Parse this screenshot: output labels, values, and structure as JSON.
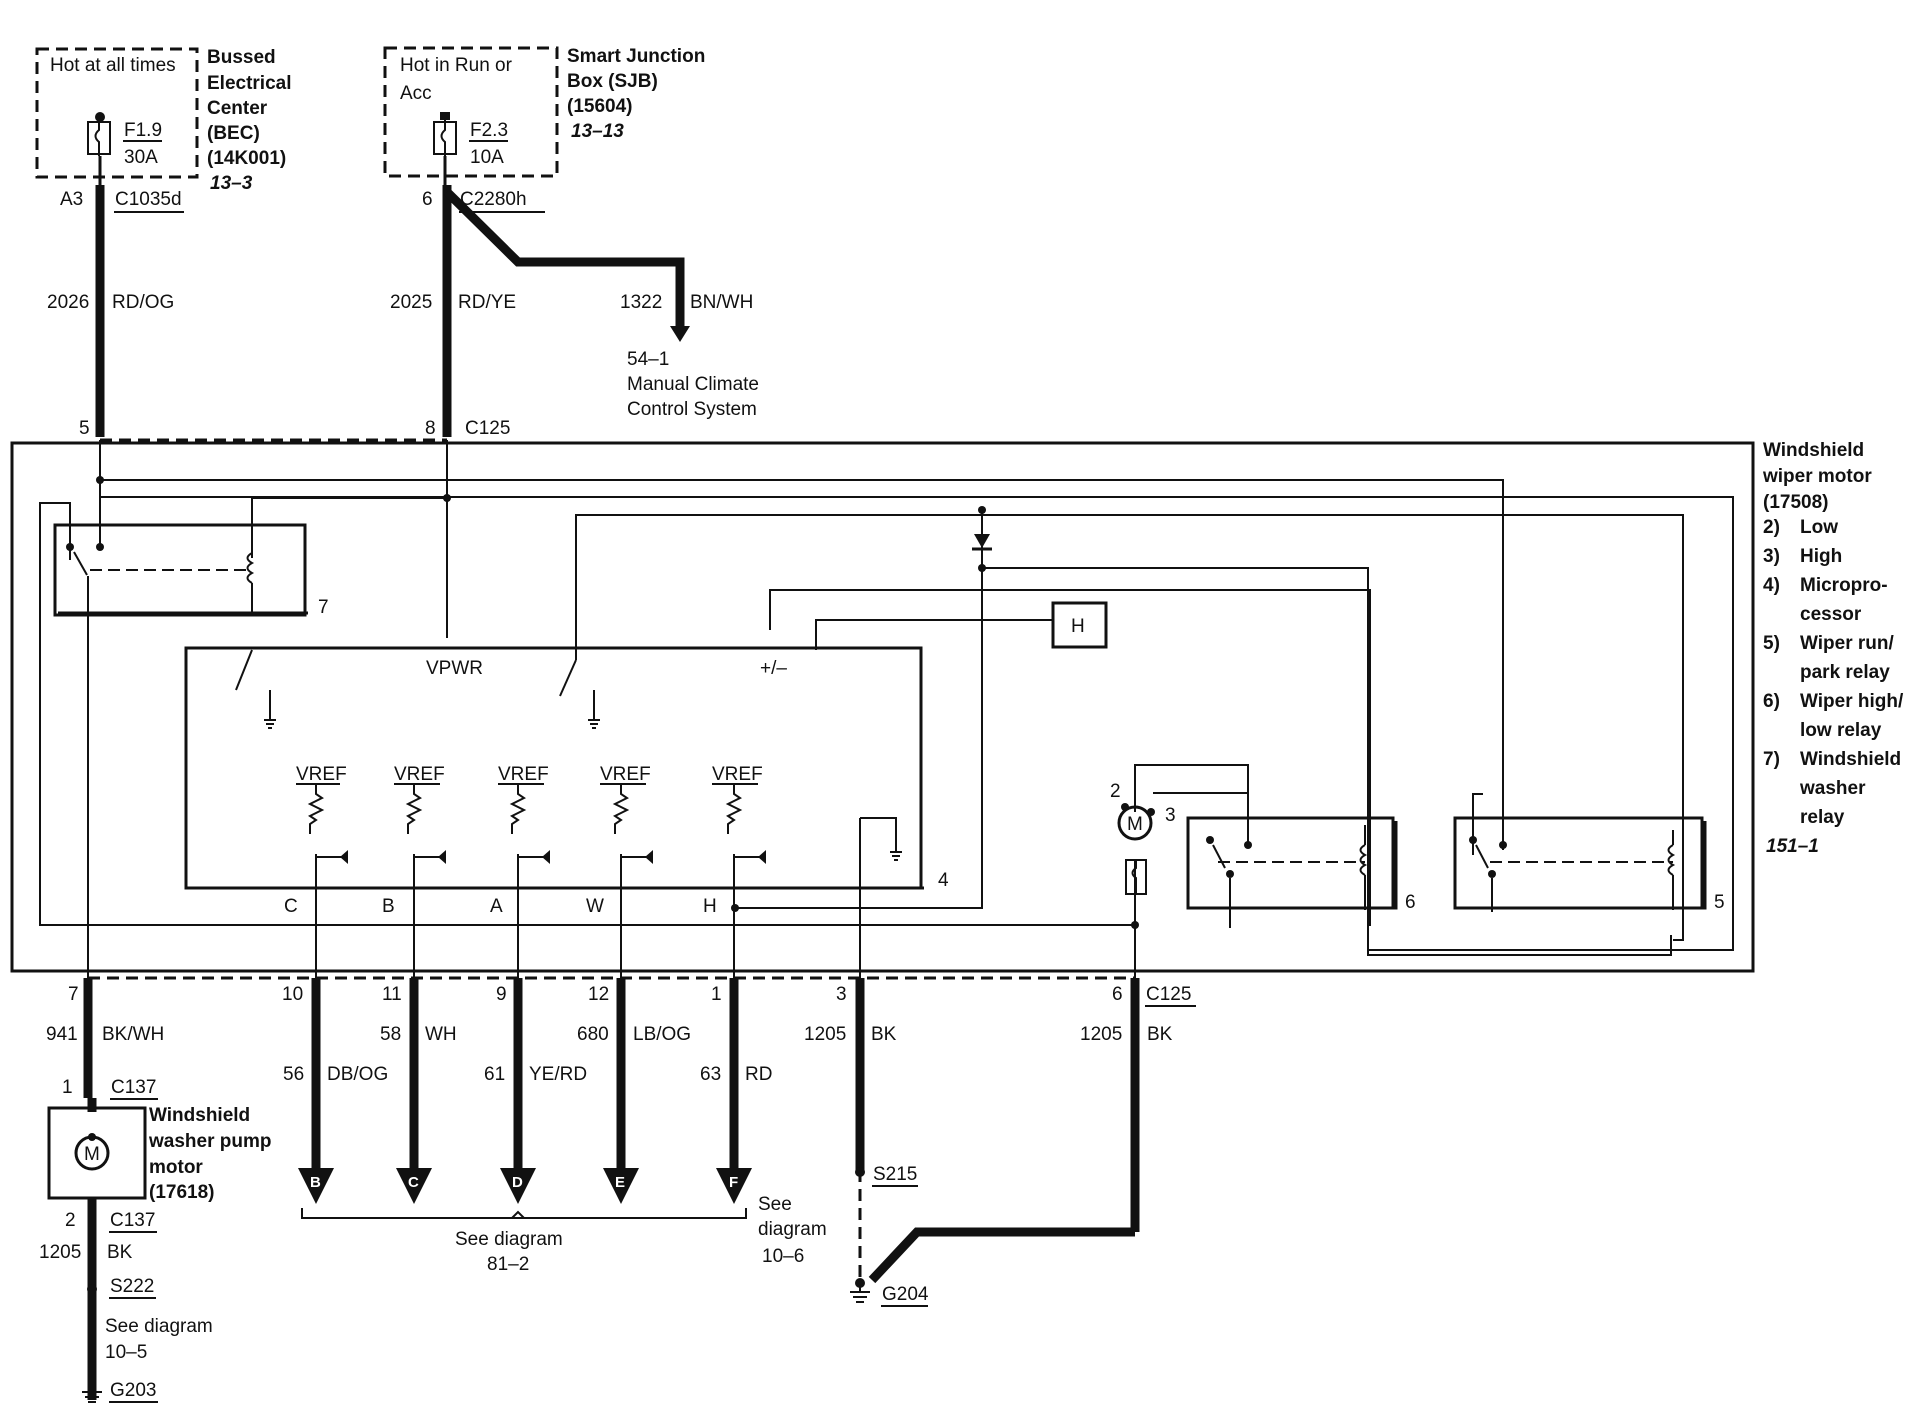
{
  "bec": {
    "hot_label": "Hot at all times",
    "name_lines": [
      "Bussed",
      "Electrical",
      "Center",
      "(BEC)",
      "(14K001)"
    ],
    "ref": "13–3",
    "fuse": "F1.9",
    "amp": "30A",
    "pin": "A3",
    "connector": "C1035d"
  },
  "sjb": {
    "hot_lines": [
      "Hot in Run or",
      "Acc"
    ],
    "name_lines": [
      "Smart Junction",
      "Box (SJB)",
      "(15604)"
    ],
    "ref": "13–13",
    "fuse": "F2.3",
    "amp": "10A",
    "pin": "6",
    "connector": "C2280h"
  },
  "wires_top": {
    "w1_num": "2026",
    "w1_color": "RD/OG",
    "w2_num": "2025",
    "w2_color": "RD/YE",
    "w3_num": "1322",
    "w3_color": "BN/WH"
  },
  "climate": {
    "ref": "54–1",
    "lines": [
      "Manual Climate",
      "Control System"
    ]
  },
  "c125_top": {
    "pin_a": "5",
    "pin_b": "8",
    "name": "C125"
  },
  "motor_title": [
    "Windshield",
    "wiper motor",
    "(17508)"
  ],
  "legend": [
    {
      "n": "2)",
      "lines": [
        "Low"
      ]
    },
    {
      "n": "3)",
      "lines": [
        "High"
      ]
    },
    {
      "n": "4)",
      "lines": [
        "Micropro-",
        "cessor"
      ]
    },
    {
      "n": "5)",
      "lines": [
        "Wiper run/",
        "park relay"
      ]
    },
    {
      "n": "6)",
      "lines": [
        "Wiper high/",
        "low relay"
      ]
    },
    {
      "n": "7)",
      "lines": [
        "Windshield",
        "washer",
        "relay"
      ]
    }
  ],
  "legend_ref": "151–1",
  "micro": {
    "vpwr": "VPWR",
    "pm": "+/–",
    "h_box": "H",
    "vref": [
      "VREF",
      "VREF",
      "VREF",
      "VREF",
      "VREF"
    ],
    "inputs": [
      "C",
      "B",
      "A",
      "W",
      "H"
    ],
    "num": "4"
  },
  "relay_nums": {
    "washer": "7",
    "highlow": "6",
    "runpark": "5"
  },
  "motor": {
    "symbol": "M",
    "pin2": "2",
    "pin3": "3"
  },
  "bottom_pins": [
    "7",
    "10",
    "11",
    "9",
    "12",
    "1",
    "3",
    "6"
  ],
  "bottom_connector": "C125",
  "bottom_wires": [
    {
      "num": "941",
      "color": "BK/WH"
    },
    {
      "num": "56",
      "color": "DB/OG"
    },
    {
      "num": "58",
      "color": "WH"
    },
    {
      "num": "61",
      "color": "YE/RD"
    },
    {
      "num": "680",
      "color": "LB/OG"
    },
    {
      "num": "63",
      "color": "RD"
    },
    {
      "num": "1205",
      "color": "BK"
    },
    {
      "num": "1205",
      "color": "BK"
    }
  ],
  "arrows": [
    "B",
    "C",
    "D",
    "E",
    "F"
  ],
  "see_81": [
    "See diagram",
    "81–2"
  ],
  "see_106": [
    "See",
    "diagram",
    "10–6"
  ],
  "pump": {
    "pin1": "1",
    "conn1": "C137",
    "name_lines": [
      "Windshield",
      "washer pump",
      "motor",
      "(17618)"
    ],
    "symbol": "M",
    "pin2": "2",
    "conn2": "C137",
    "wire_num": "1205",
    "wire_color": "BK",
    "splice": "S222",
    "see_lines": [
      "See diagram",
      "10–5"
    ],
    "ground": "G203"
  },
  "s215": "S215",
  "g204": "G204"
}
